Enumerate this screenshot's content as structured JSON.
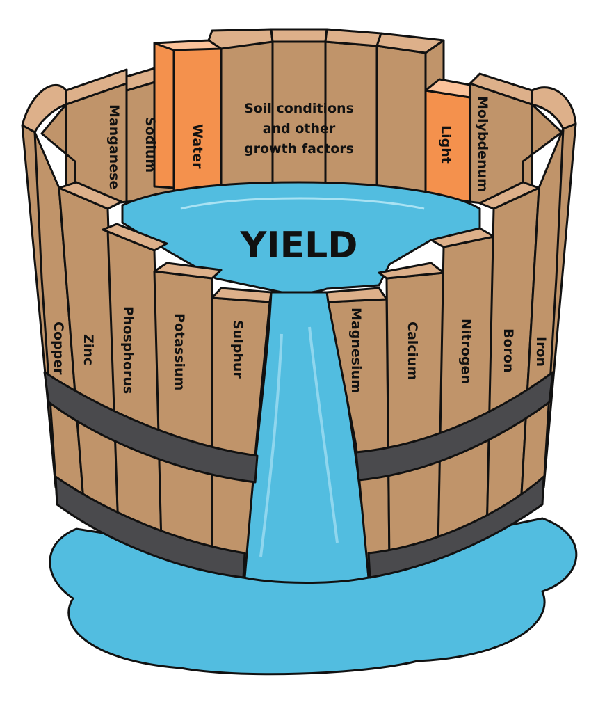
{
  "center_label": "YIELD",
  "back_label_lines": [
    "Soil conditions",
    "and other",
    "growth factors"
  ],
  "staves": {
    "manganese": "Manganese",
    "sodium": "Sodium",
    "water": "Water",
    "light": "Light",
    "molybdenum": "Molybdenum",
    "copper": "Copper",
    "zinc": "Zinc",
    "phosphorus": "Phosphorus",
    "potassium": "Potassium",
    "sulphur": "Sulphur",
    "magnesium": "Magnesium",
    "calcium": "Calcium",
    "nitrogen": "Nitrogen",
    "boron": "Boron",
    "iron": "Iron"
  },
  "colors": {
    "wood": "#c0946a",
    "wood_top": "#ddb08a",
    "highlight_stave": "#f4914d",
    "highlight_top": "#fbc29a",
    "water": "#52bde0",
    "hoop": "#4a4a4d",
    "outline": "#111111"
  }
}
